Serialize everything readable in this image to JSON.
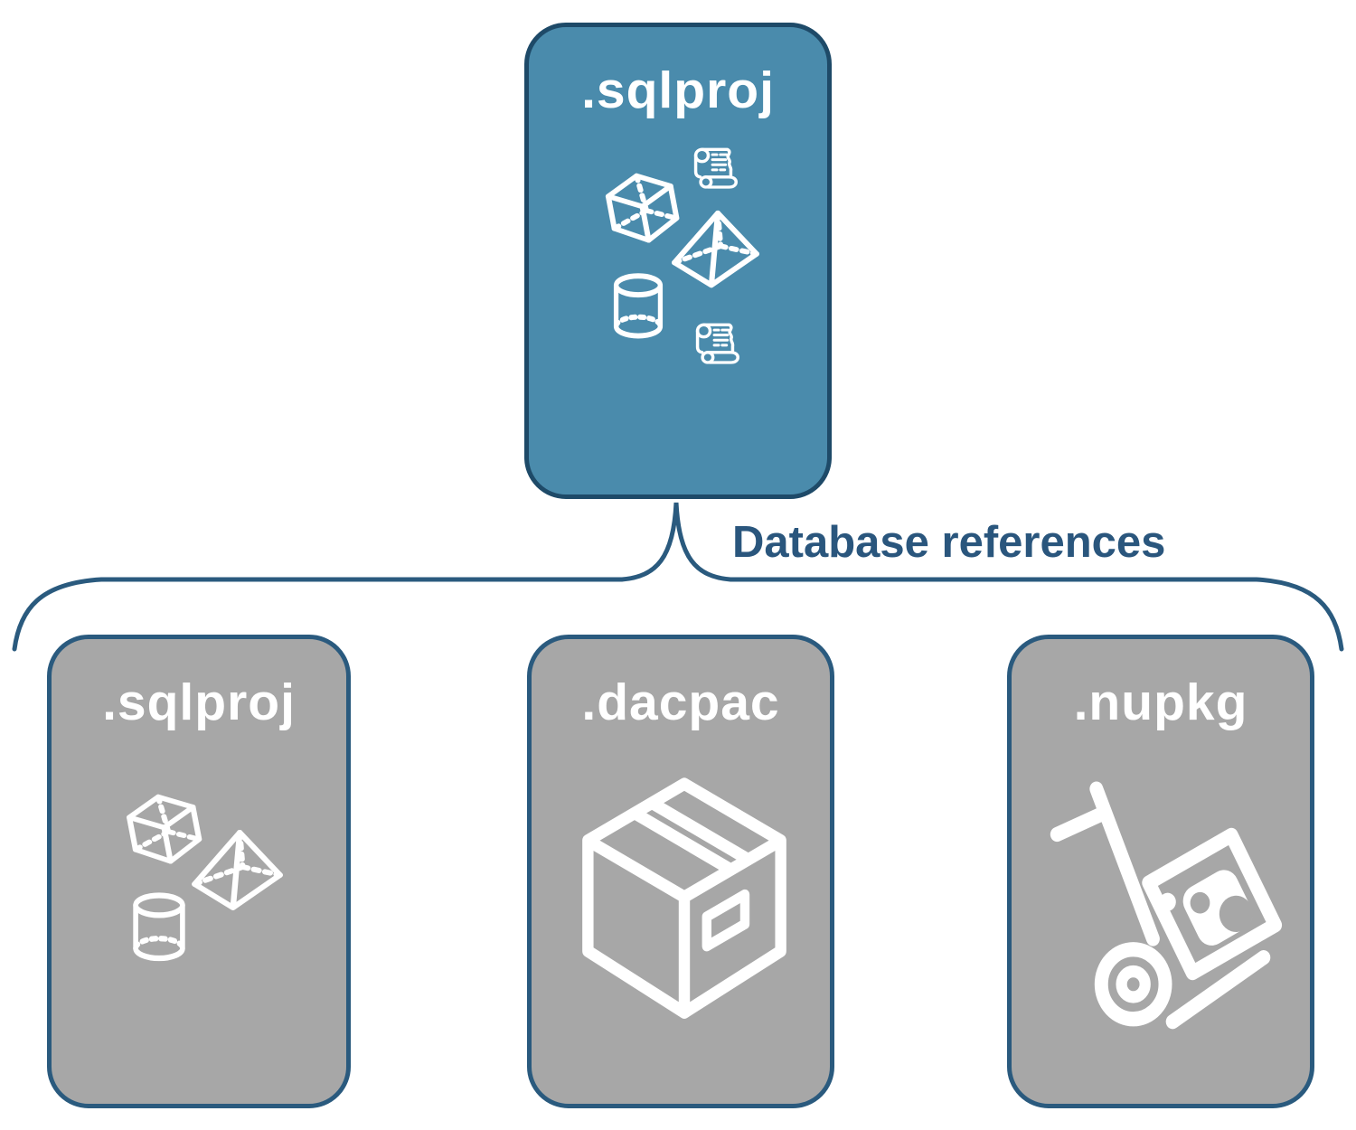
{
  "diagram": {
    "root": {
      "label": ".sqlproj",
      "icons": [
        "cube-icon",
        "scroll-icon",
        "pyramid-icon",
        "cylinder-icon",
        "scroll-icon"
      ]
    },
    "connector": {
      "label": "Database references"
    },
    "children": [
      {
        "label": ".sqlproj",
        "icons": [
          "cube-icon",
          "pyramid-icon",
          "cylinder-icon"
        ]
      },
      {
        "label": ".dacpac",
        "icons": [
          "package-box-icon"
        ]
      },
      {
        "label": ".nupkg",
        "icons": [
          "hand-truck-icon"
        ]
      }
    ],
    "colors": {
      "root_fill": "#4A8BAC",
      "root_border": "#1E4A68",
      "child_fill": "#A7A7A7",
      "child_border": "#2A5A7E",
      "connector_line": "#2A5A7E",
      "label_text": "#2A567D",
      "icon_stroke": "#FFFFFF"
    }
  }
}
